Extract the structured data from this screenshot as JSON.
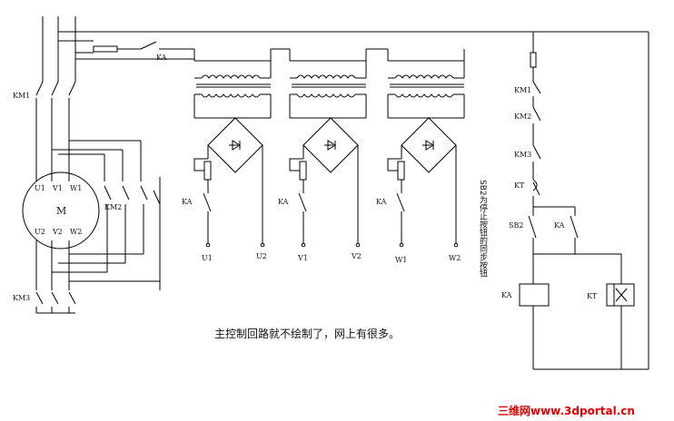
{
  "labels": {
    "km1_left": "KM1",
    "km2": "KM2",
    "km3_left": "KM3",
    "motor_u1": "U1",
    "motor_v1": "V1",
    "motor_w1": "W1",
    "motor_u2": "U2",
    "motor_v2": "V2",
    "motor_w2": "W2",
    "motor_m": "M",
    "ka_top": "KA",
    "ka_1": "KA",
    "ka_2": "KA",
    "ka_3": "KA",
    "out_u1": "U1",
    "out_u2": "U2",
    "out_v1": "V1",
    "out_v2": "V2",
    "out_w1": "W1",
    "out_w2": "W2",
    "km1_right": "KM1",
    "km2_right": "KM2",
    "km3_right": "KM3",
    "kt_contact": "KT",
    "sb2": "SB2",
    "ka_hold": "KA",
    "ka_coil": "KA",
    "kt_coil": "KT"
  },
  "note_vertical": "SB2为停止按钮的同步按钮",
  "caption": "主控制回路就不绘制了，网上有很多。",
  "watermark": "三维网www.3dportal.cn"
}
